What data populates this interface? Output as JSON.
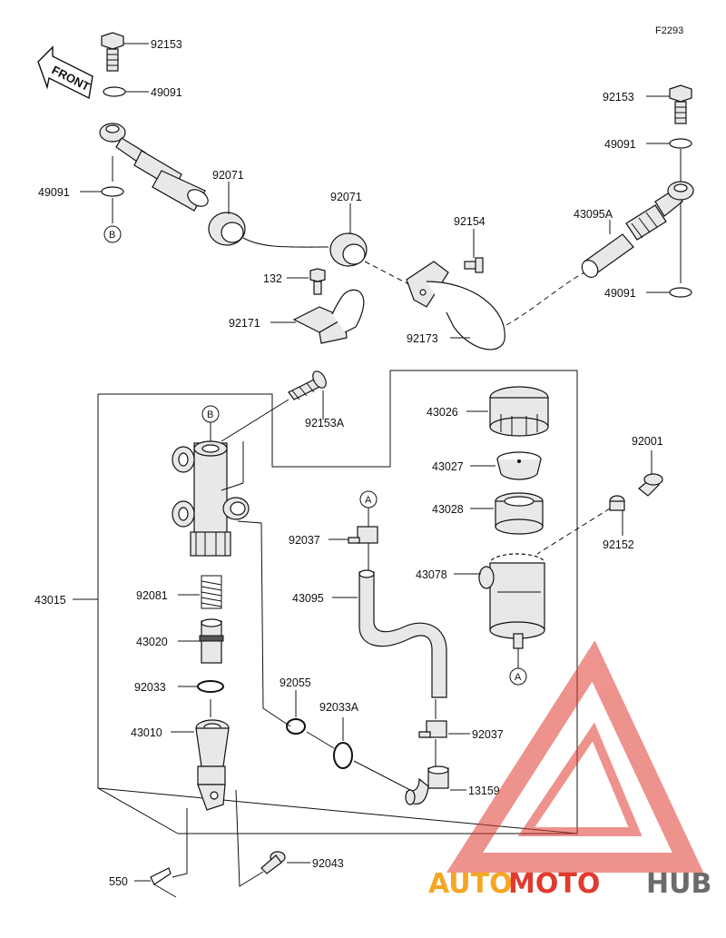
{
  "diagram_code": "F2293",
  "front_label": "FRONT",
  "ref_marks": {
    "b_top": "B",
    "b_body": "B",
    "a_hose": "A",
    "a_res": "A"
  },
  "parts": {
    "p92153_left": "92153",
    "p49091_left_top": "49091",
    "p49091_left_bot": "49091",
    "p92071_left": "92071",
    "p92071_mid": "92071",
    "p92154": "92154",
    "p43095a": "43095A",
    "p92153_right": "92153",
    "p49091_right_top": "49091",
    "p49091_right_bot": "49091",
    "p132": "132",
    "p92171": "92171",
    "p92173": "92173",
    "p92153a": "92153A",
    "p43026": "43026",
    "p43027": "43027",
    "p43028": "43028",
    "p92001": "92001",
    "p92152": "92152",
    "p43078": "43078",
    "p92037_top": "92037",
    "p43095": "43095",
    "p43015": "43015",
    "p92081": "92081",
    "p43020": "43020",
    "p92033": "92033",
    "p92055": "92055",
    "p92033a": "92033A",
    "p92037_bot": "92037",
    "p13159": "13159",
    "p43010": "43010",
    "p92043": "92043",
    "p550": "550"
  },
  "watermark": {
    "word1": "AUTO",
    "word2": "MOTO",
    "word3": "HUB"
  },
  "colors": {
    "watermark_red": "#e03a2f",
    "watermark_orange": "#f5a623",
    "watermark_gray": "#6b6b6b"
  }
}
